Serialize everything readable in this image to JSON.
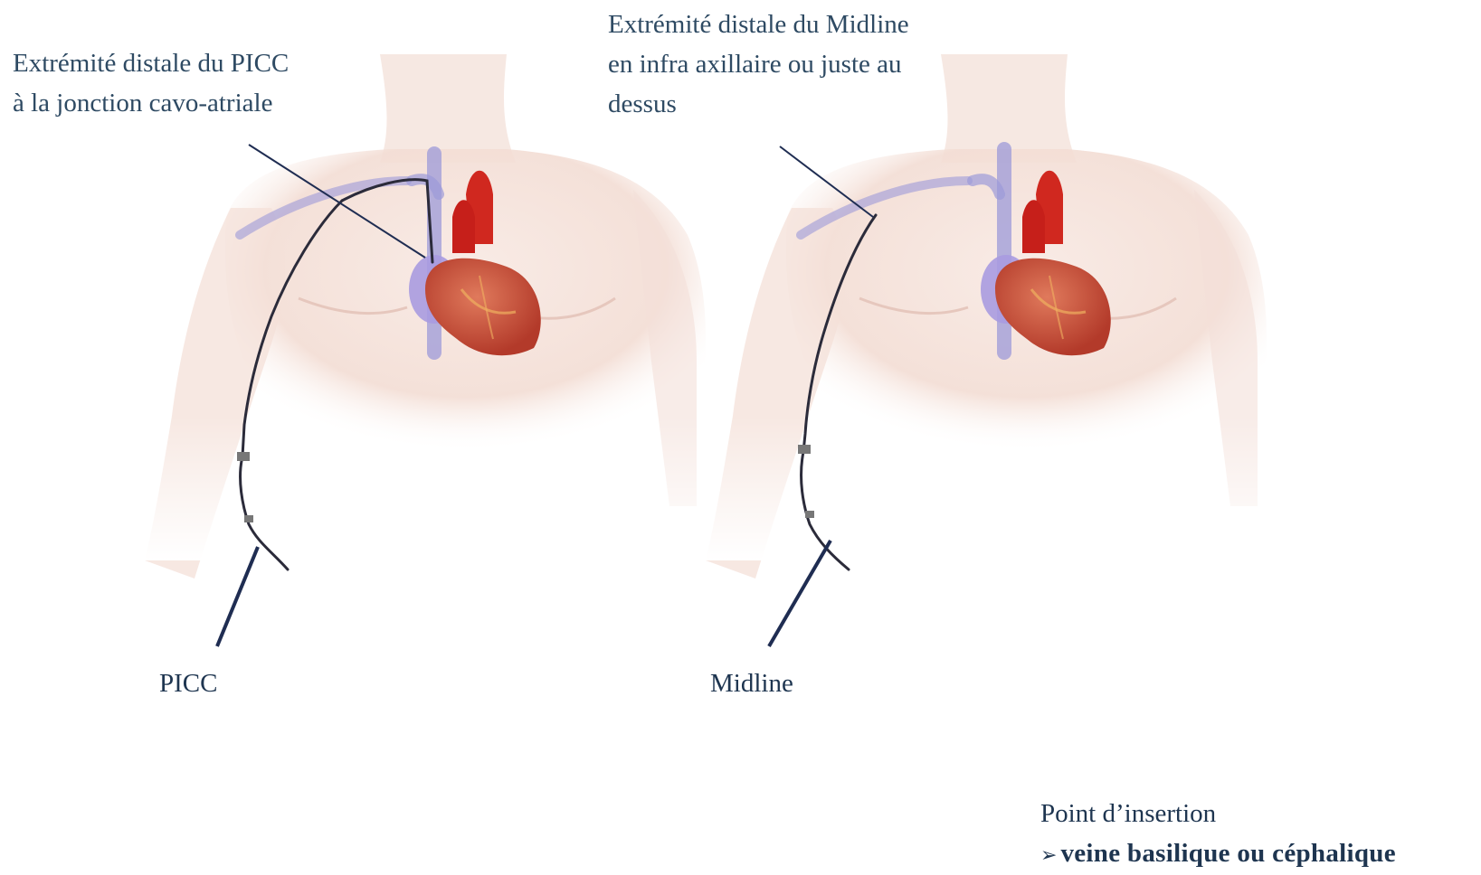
{
  "annotations": {
    "picc_tip": {
      "line1": "Extrémité distale du PICC",
      "line2": "à la jonction cavo-atriale"
    },
    "midline_tip": {
      "line1": "Extrémité distale du Midline",
      "line2": "en infra axillaire ou juste au",
      "line3": "dessus"
    },
    "picc_label": "PICC",
    "midline_label": "Midline",
    "insertion": {
      "title": "Point d’insertion",
      "arrow": "➢",
      "detail": "veine basilique ou céphalique"
    }
  },
  "colors": {
    "skin": "#f6e3dc",
    "skin_shadow": "#ecd0c6",
    "vein": "#8f8fd6",
    "heart": "#c9523c",
    "artery": "#d0281f",
    "catheter": "#2b2b3a",
    "pointer": "#1f2d52",
    "text": "#2e4a63"
  },
  "icons": [
    "torso-illustration",
    "heart-illustration",
    "catheter-line"
  ]
}
